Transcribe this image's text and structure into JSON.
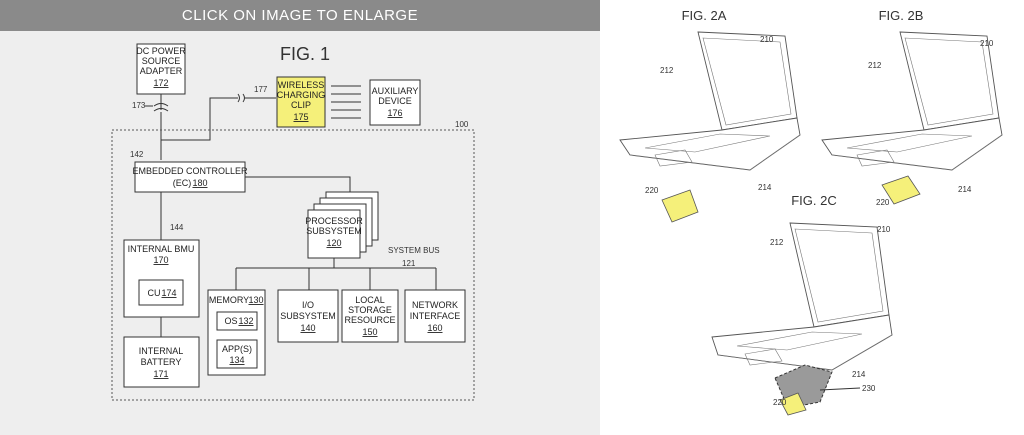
{
  "banner": {
    "text": "CLICK ON IMAGE TO ENLARGE"
  },
  "fig1": {
    "title": "FIG. 1",
    "dc_power": {
      "line1": "DC POWER",
      "line2": "SOURCE",
      "line3": "ADAPTER",
      "ref": "172"
    },
    "wireless_clip": {
      "line1": "WIRELESS",
      "line2": "CHARGING",
      "line3": "CLIP",
      "ref": "175"
    },
    "auxiliary": {
      "line1": "AUXILIARY",
      "line2": "DEVICE",
      "ref": "176"
    },
    "ec": {
      "line1": "EMBEDDED CONTROLLER",
      "line2": "(EC)",
      "ref": "180"
    },
    "processor": {
      "line1": "PROCESSOR",
      "line2": "SUBSYSTEM",
      "ref": "120"
    },
    "bmu": {
      "line1": "INTERNAL BMU",
      "ref": "170"
    },
    "cu": {
      "line1": "CU",
      "ref": "174"
    },
    "battery": {
      "line1": "INTERNAL",
      "line2": "BATTERY",
      "ref": "171"
    },
    "memory": {
      "line1": "MEMORY",
      "ref": "130"
    },
    "os": {
      "line1": "OS",
      "ref": "132"
    },
    "apps": {
      "line1": "APP(S)",
      "ref": "134"
    },
    "io": {
      "line1": "I/O",
      "line2": "SUBSYSTEM",
      "ref": "140"
    },
    "storage": {
      "line1": "LOCAL",
      "line2": "STORAGE",
      "line3": "RESOURCE",
      "ref": "150"
    },
    "network": {
      "line1": "NETWORK",
      "line2": "INTERFACE",
      "ref": "160"
    },
    "system_bus": {
      "label": "SYSTEM BUS",
      "ref": "121"
    },
    "refs": {
      "r173": "173",
      "r177": "177",
      "r100": "100",
      "r142": "142",
      "r144": "144"
    }
  },
  "fig2": {
    "a_title": "FIG. 2A",
    "b_title": "FIG. 2B",
    "c_title": "FIG. 2C",
    "r210": "210",
    "r212": "212",
    "r214": "214",
    "r220": "220",
    "r230": "230"
  },
  "colors": {
    "highlight": "#f5f07a",
    "banner": "#8a8a8a",
    "left_bg": "#eeeeee",
    "grey_pad": "#9a9a9a"
  }
}
